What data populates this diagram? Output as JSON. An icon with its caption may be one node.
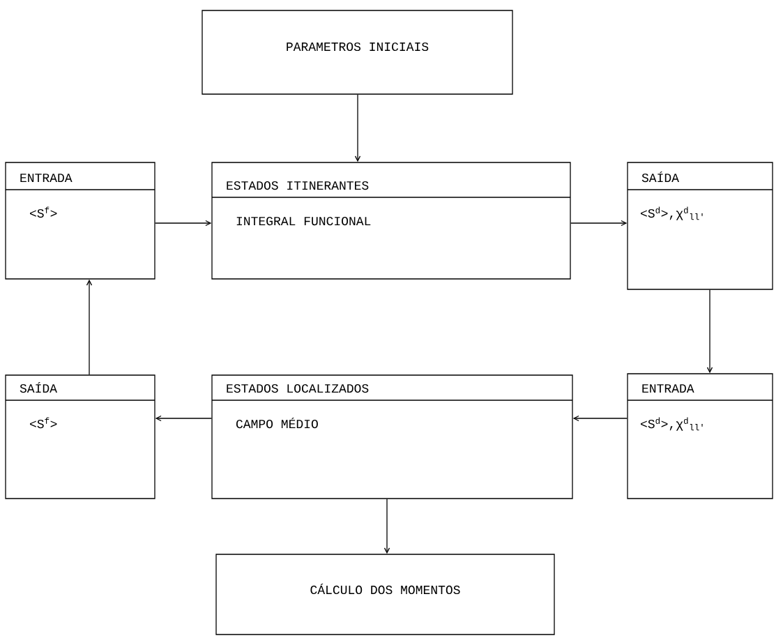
{
  "diagram": {
    "nodes": [
      {
        "text": [
          "PARAMETROS INICIAIS"
        ]
      },
      {
        "text": [
          "ENTRADA",
          "<S$^{f}$>"
        ]
      },
      {
        "text": [
          "ESTADOS ITINERANTES",
          "INTEGRAL FUNCIONAL"
        ]
      },
      {
        "text": [
          "SAÍDA",
          "<S$^{d}$>,χ$^{d}$$_{ll'}$"
        ]
      },
      {
        "text": [
          "SAÍDA",
          "<S$^{f}$>"
        ]
      },
      {
        "text": [
          "ESTADOS LOCALIZADOS",
          "CAMPO MÉDIO"
        ]
      },
      {
        "text": [
          "ENTRADA",
          "<S$^{d}$>,χ$^{d}$$_{ll'}$"
        ]
      },
      {
        "text": [
          "CÁLCULO DOS MOMENTOS"
        ]
      }
    ],
    "edges": [
      {
        "from": 0,
        "to": 2,
        "arrow": "to"
      },
      {
        "from": 1,
        "to": 2,
        "arrow": "to"
      },
      {
        "from": 2,
        "to": 3,
        "arrow": "to"
      },
      {
        "from": 3,
        "to": 6,
        "arrow": "to"
      },
      {
        "from": 6,
        "to": 5,
        "arrow": "to"
      },
      {
        "from": 5,
        "to": 4,
        "arrow": "to"
      },
      {
        "from": 4,
        "to": 1,
        "arrow": "to"
      },
      {
        "from": 5,
        "to": 7,
        "arrow": "to"
      }
    ]
  }
}
